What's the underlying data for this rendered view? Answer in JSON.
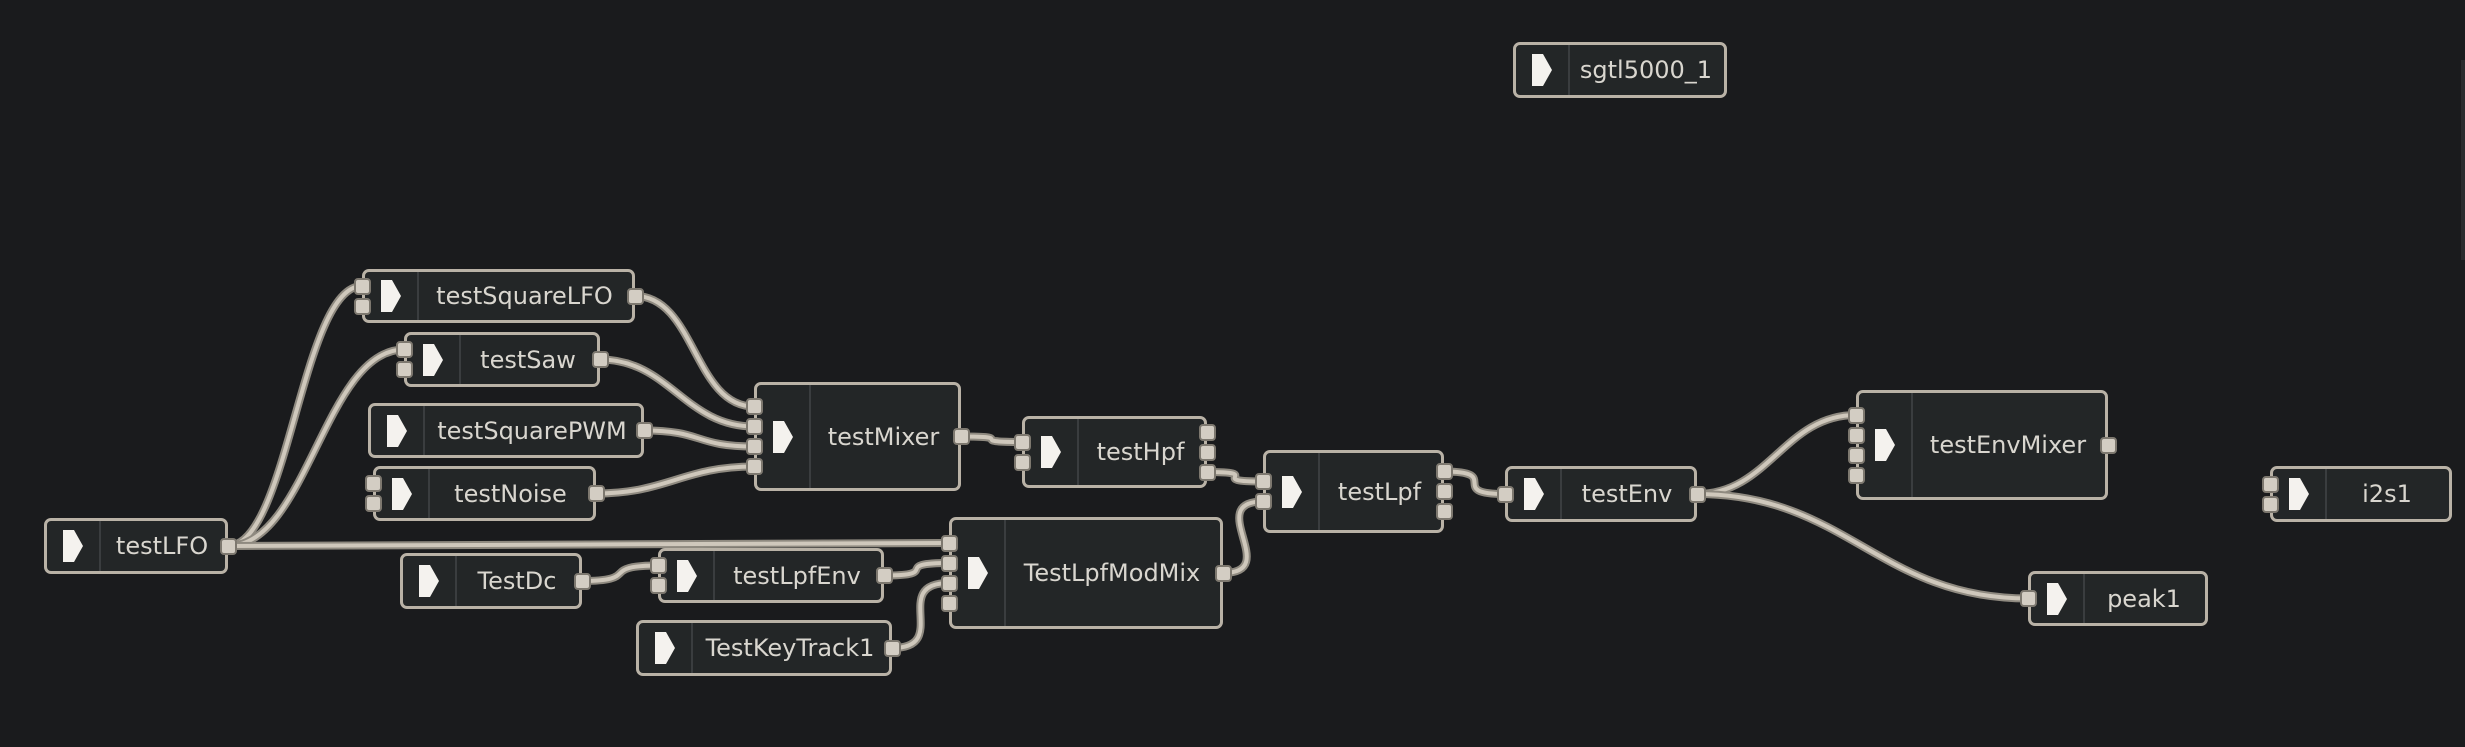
{
  "colors": {
    "background": "#1a1b1d",
    "node_fill": "#232627",
    "node_border": "#b9b2a6",
    "port_fill": "#d3cdc3",
    "wire": "#cfc8bc",
    "text": "#d9d6cf"
  },
  "icons": {
    "node_icon": "play-arrow-icon"
  },
  "nodes": [
    {
      "id": "sgtl5000_1",
      "label": "sgtl5000_1",
      "inputs": 0,
      "outputs": 0
    },
    {
      "id": "testSquareLFO",
      "label": "testSquareLFO",
      "inputs": 2,
      "outputs": 1
    },
    {
      "id": "testSaw",
      "label": "testSaw",
      "inputs": 2,
      "outputs": 1
    },
    {
      "id": "testSquarePWM",
      "label": "testSquarePWM",
      "inputs": 0,
      "outputs": 1
    },
    {
      "id": "testNoise",
      "label": "testNoise",
      "inputs": 2,
      "outputs": 1
    },
    {
      "id": "testLFO",
      "label": "testLFO",
      "inputs": 0,
      "outputs": 1
    },
    {
      "id": "testMixer",
      "label": "testMixer",
      "inputs": 4,
      "outputs": 1
    },
    {
      "id": "testHpf",
      "label": "testHpf",
      "inputs": 2,
      "outputs": 3
    },
    {
      "id": "testLpf",
      "label": "testLpf",
      "inputs": 2,
      "outputs": 3
    },
    {
      "id": "testEnv",
      "label": "testEnv",
      "inputs": 1,
      "outputs": 1
    },
    {
      "id": "testEnvMixer",
      "label": "testEnvMixer",
      "inputs": 4,
      "outputs": 1
    },
    {
      "id": "i2s1",
      "label": "i2s1",
      "inputs": 2,
      "outputs": 0
    },
    {
      "id": "peak1",
      "label": "peak1",
      "inputs": 1,
      "outputs": 0
    },
    {
      "id": "TestDc",
      "label": "TestDc",
      "inputs": 0,
      "outputs": 1
    },
    {
      "id": "testLpfEnv",
      "label": "testLpfEnv",
      "inputs": 2,
      "outputs": 1
    },
    {
      "id": "TestLpfModMix",
      "label": "TestLpfModMix",
      "inputs": 4,
      "outputs": 1
    },
    {
      "id": "TestKeyTrack1",
      "label": "TestKeyTrack1",
      "inputs": 0,
      "outputs": 1
    }
  ],
  "wires": [
    {
      "from": "testLFO",
      "from_port": 0,
      "to": "testSquareLFO",
      "to_port": 0
    },
    {
      "from": "testLFO",
      "from_port": 0,
      "to": "testSaw",
      "to_port": 0
    },
    {
      "from": "testLFO",
      "from_port": 0,
      "to": "TestLpfModMix",
      "to_port": 0
    },
    {
      "from": "testSquareLFO",
      "from_port": 0,
      "to": "testMixer",
      "to_port": 0
    },
    {
      "from": "testSaw",
      "from_port": 0,
      "to": "testMixer",
      "to_port": 1
    },
    {
      "from": "testSquarePWM",
      "from_port": 0,
      "to": "testMixer",
      "to_port": 2
    },
    {
      "from": "testNoise",
      "from_port": 0,
      "to": "testMixer",
      "to_port": 3
    },
    {
      "from": "testMixer",
      "from_port": 0,
      "to": "testHpf",
      "to_port": 0
    },
    {
      "from": "testHpf",
      "from_port": 2,
      "to": "testLpf",
      "to_port": 0
    },
    {
      "from": "TestLpfModMix",
      "from_port": 0,
      "to": "testLpf",
      "to_port": 1
    },
    {
      "from": "testLpf",
      "from_port": 0,
      "to": "testEnv",
      "to_port": 0
    },
    {
      "from": "testEnv",
      "from_port": 0,
      "to": "testEnvMixer",
      "to_port": 0
    },
    {
      "from": "testEnv",
      "from_port": 0,
      "to": "peak1",
      "to_port": 0
    },
    {
      "from": "TestDc",
      "from_port": 0,
      "to": "testLpfEnv",
      "to_port": 0
    },
    {
      "from": "testLpfEnv",
      "from_port": 0,
      "to": "TestLpfModMix",
      "to_port": 1
    },
    {
      "from": "TestKeyTrack1",
      "from_port": 0,
      "to": "TestLpfModMix",
      "to_port": 2
    }
  ]
}
